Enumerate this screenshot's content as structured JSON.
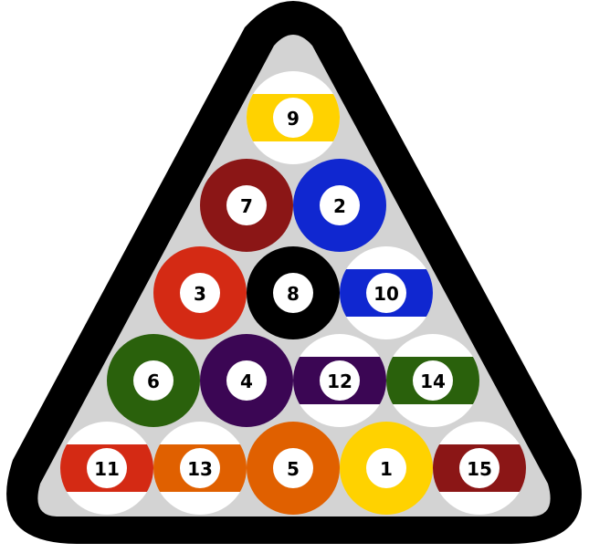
{
  "rack": {
    "frame_color": "#000000",
    "felt_color": "#d3d3d3"
  },
  "number_circle_color": "#ffffff",
  "number_text_color": "#000000",
  "balls": [
    {
      "number": "9",
      "row": 0,
      "col": 0,
      "style": "stripe",
      "color": "#ffd200"
    },
    {
      "number": "7",
      "row": 1,
      "col": 0,
      "style": "solid",
      "color": "#8b1616"
    },
    {
      "number": "2",
      "row": 1,
      "col": 1,
      "style": "solid",
      "color": "#1027d0"
    },
    {
      "number": "3",
      "row": 2,
      "col": 0,
      "style": "solid",
      "color": "#d42a14"
    },
    {
      "number": "8",
      "row": 2,
      "col": 1,
      "style": "solid",
      "color": "#000000"
    },
    {
      "number": "10",
      "row": 2,
      "col": 2,
      "style": "stripe",
      "color": "#1027d0"
    },
    {
      "number": "6",
      "row": 3,
      "col": 0,
      "style": "solid",
      "color": "#2a610c"
    },
    {
      "number": "4",
      "row": 3,
      "col": 1,
      "style": "solid",
      "color": "#3b0654"
    },
    {
      "number": "12",
      "row": 3,
      "col": 2,
      "style": "stripe",
      "color": "#3b0654"
    },
    {
      "number": "14",
      "row": 3,
      "col": 3,
      "style": "stripe",
      "color": "#2a610c"
    },
    {
      "number": "11",
      "row": 4,
      "col": 0,
      "style": "stripe",
      "color": "#d42a14"
    },
    {
      "number": "13",
      "row": 4,
      "col": 1,
      "style": "stripe",
      "color": "#e06000"
    },
    {
      "number": "5",
      "row": 4,
      "col": 2,
      "style": "solid",
      "color": "#e06000"
    },
    {
      "number": "1",
      "row": 4,
      "col": 3,
      "style": "solid",
      "color": "#ffd200"
    },
    {
      "number": "15",
      "row": 4,
      "col": 4,
      "style": "stripe",
      "color": "#8b1616"
    }
  ]
}
